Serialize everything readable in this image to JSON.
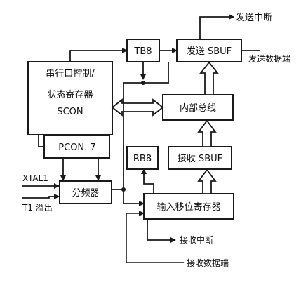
{
  "blocks": {
    "scon_line1": "串行口控制/",
    "scon_line2": "状态寄存器",
    "scon_line3": "SCON",
    "tb8": "TB8",
    "send_sbuf": "发送 SBUF",
    "internal_bus": "内部总线",
    "pcon": "PCON. 7",
    "rb8": "RB8",
    "recv_sbuf": "接收 SBUF",
    "divider": "分频器",
    "shift_reg": "输入移位寄存器"
  },
  "signals": {
    "send_interrupt": "发送中断",
    "send_data_port": "发送数据端",
    "xtal1": "XTAL1",
    "t1_overflow": "T1 溢出",
    "recv_interrupt": "接收中断",
    "recv_data_port": "接收数据端"
  }
}
